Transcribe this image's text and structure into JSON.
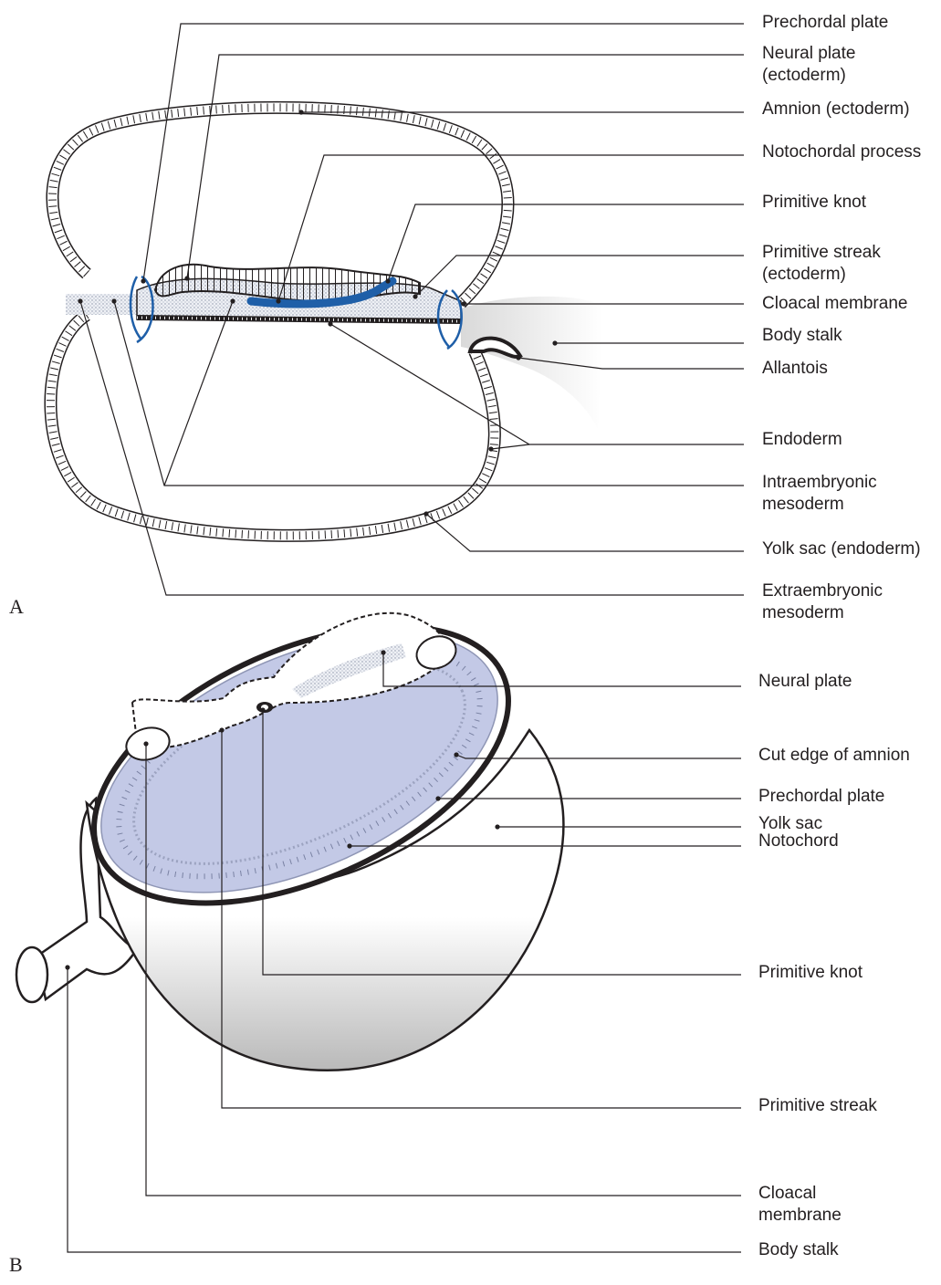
{
  "panel_a": {
    "letter": "A",
    "labels": [
      "Prechordal plate",
      "Neural plate\n(ectoderm)",
      "Amnion (ectoderm)",
      "Notochordal process",
      "Primitive knot",
      "Primitive streak\n(ectoderm)",
      "Cloacal membrane",
      "Body stalk",
      "Allantois",
      "Endoderm",
      "Intraembryonic\nmesoderm",
      "Yolk sac (endoderm)",
      "Extraembryonic\nmesoderm"
    ]
  },
  "panel_b": {
    "letter": "B",
    "labels": [
      "Neural plate",
      "Prechordal plate",
      "Notochord",
      "Cut edge of amnion",
      "Yolk sac",
      "Primitive knot",
      "Primitive streak",
      "Cloacal\nmembrane",
      "Body stalk"
    ]
  },
  "colors": {
    "line": "#231f20",
    "notochord_blue": "#1f5fa8",
    "disc_lavender": "#c3c9e6",
    "mesoderm_stipple": "#c8cdd6"
  }
}
